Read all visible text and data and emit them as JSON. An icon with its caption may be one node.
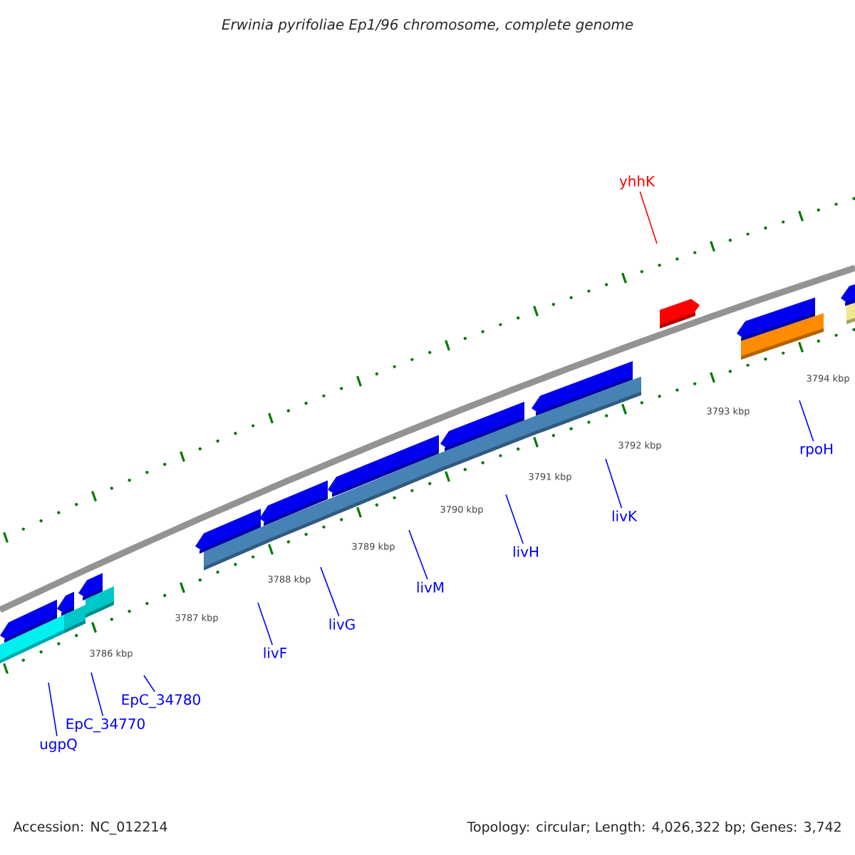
{
  "diagram": {
    "title": "Erwinia pyrifoliae Ep1/96 chromosome, complete genome",
    "nodes": [
      {
        "text": [
          "yhhK"
        ]
      },
      {
        "text": [
          "rpoH"
        ]
      },
      {
        "text": [
          "livK"
        ]
      },
      {
        "text": [
          "livH"
        ]
      },
      {
        "text": [
          "livM"
        ]
      },
      {
        "text": [
          "livG"
        ]
      },
      {
        "text": [
          "livF"
        ]
      },
      {
        "text": [
          "EpC_34780"
        ]
      },
      {
        "text": [
          "EpC_34770"
        ]
      },
      {
        "text": [
          "ugpQ"
        ]
      }
    ],
    "edges": [
      {
        "from": 0,
        "to": null,
        "arrow": "none",
        "color": "#ff0000"
      },
      {
        "from": 1,
        "to": null,
        "arrow": "none"
      },
      {
        "from": 2,
        "to": null,
        "arrow": "none"
      },
      {
        "from": 3,
        "to": null,
        "arrow": "none"
      },
      {
        "from": 4,
        "to": null,
        "arrow": "none"
      },
      {
        "from": 5,
        "to": null,
        "arrow": "none"
      },
      {
        "from": 6,
        "to": null,
        "arrow": "none"
      },
      {
        "from": 7,
        "to": null,
        "arrow": "none"
      },
      {
        "from": 8,
        "to": null,
        "arrow": "none"
      },
      {
        "from": 9,
        "to": null,
        "arrow": "none"
      }
    ],
    "labels": [
      "3786 kbp",
      "3787 kbp",
      "3788 kbp",
      "3789 kbp",
      "3790 kbp",
      "3791 kbp",
      "3792 kbp",
      "3793 kbp",
      "3794 kbp",
      "Accession: NC_012214",
      "Topology: circular; Length: 4,026,322 bp; Genes: 3,742"
    ]
  }
}
